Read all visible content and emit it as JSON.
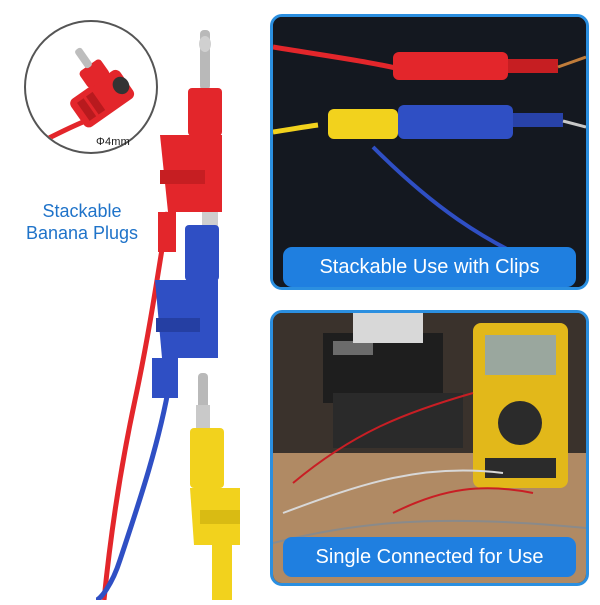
{
  "callout": {
    "line1": "Stackable",
    "line2": "Banana Plugs",
    "diameter": "Φ4mm"
  },
  "panels": {
    "top": {
      "caption": "Stackable Use with Clips"
    },
    "bottom": {
      "caption": "Single Connected for Use"
    }
  },
  "colors": {
    "red": "#e3262b",
    "blue": "#2f4fc4",
    "yellow": "#f2d21d",
    "caption_blue": "#1f7fe0",
    "panel_border": "#2b8fe0",
    "callout_text": "#1f73c9"
  }
}
